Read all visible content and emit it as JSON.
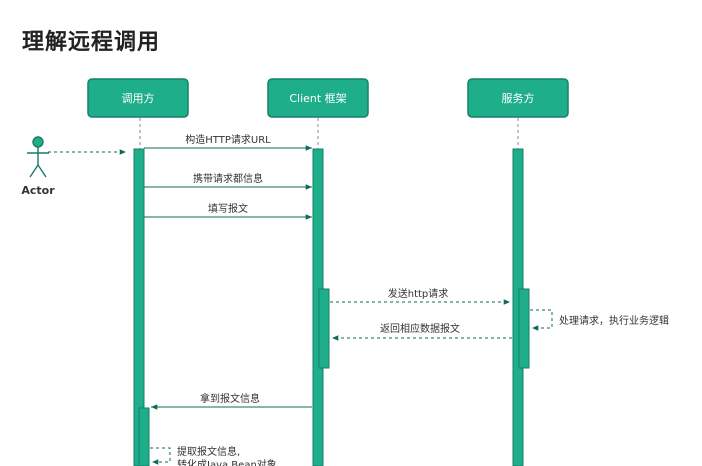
{
  "title": "理解远程调用",
  "actor": {
    "label": "Actor"
  },
  "participants": [
    {
      "id": "caller",
      "label": "调用方"
    },
    {
      "id": "client",
      "label": "Client 框架"
    },
    {
      "id": "server",
      "label": "服务方"
    }
  ],
  "messages": [
    {
      "id": "m1",
      "label": "构造HTTP请求URL",
      "from": "caller",
      "to": "client",
      "style": "solid"
    },
    {
      "id": "m2",
      "label": "携带请求都信息",
      "from": "caller",
      "to": "client",
      "style": "solid"
    },
    {
      "id": "m3",
      "label": "填写报文",
      "from": "caller",
      "to": "client",
      "style": "solid"
    },
    {
      "id": "m4",
      "label": "发送http请求",
      "from": "client",
      "to": "server",
      "style": "dashed"
    },
    {
      "id": "m5",
      "label": "处理请求，执行业务逻辑",
      "from": "server",
      "to": "server",
      "style": "dashed"
    },
    {
      "id": "m6",
      "label": "返回相应数据报文",
      "from": "server",
      "to": "client",
      "style": "dashed"
    },
    {
      "id": "m7",
      "label": "拿到报文信息",
      "from": "client",
      "to": "caller",
      "style": "solid"
    },
    {
      "id": "m8",
      "label": "提取报文信息,",
      "from": "caller",
      "to": "caller",
      "style": "dashed"
    },
    {
      "id": "m8b",
      "label": "转化成Java Bean对象",
      "from": "caller",
      "to": "caller",
      "style": "dashed"
    }
  ],
  "colors": {
    "box": "#1fae8a",
    "box_border": "#16806a",
    "line": "#0e6b5c",
    "lifeline": "#888888"
  }
}
